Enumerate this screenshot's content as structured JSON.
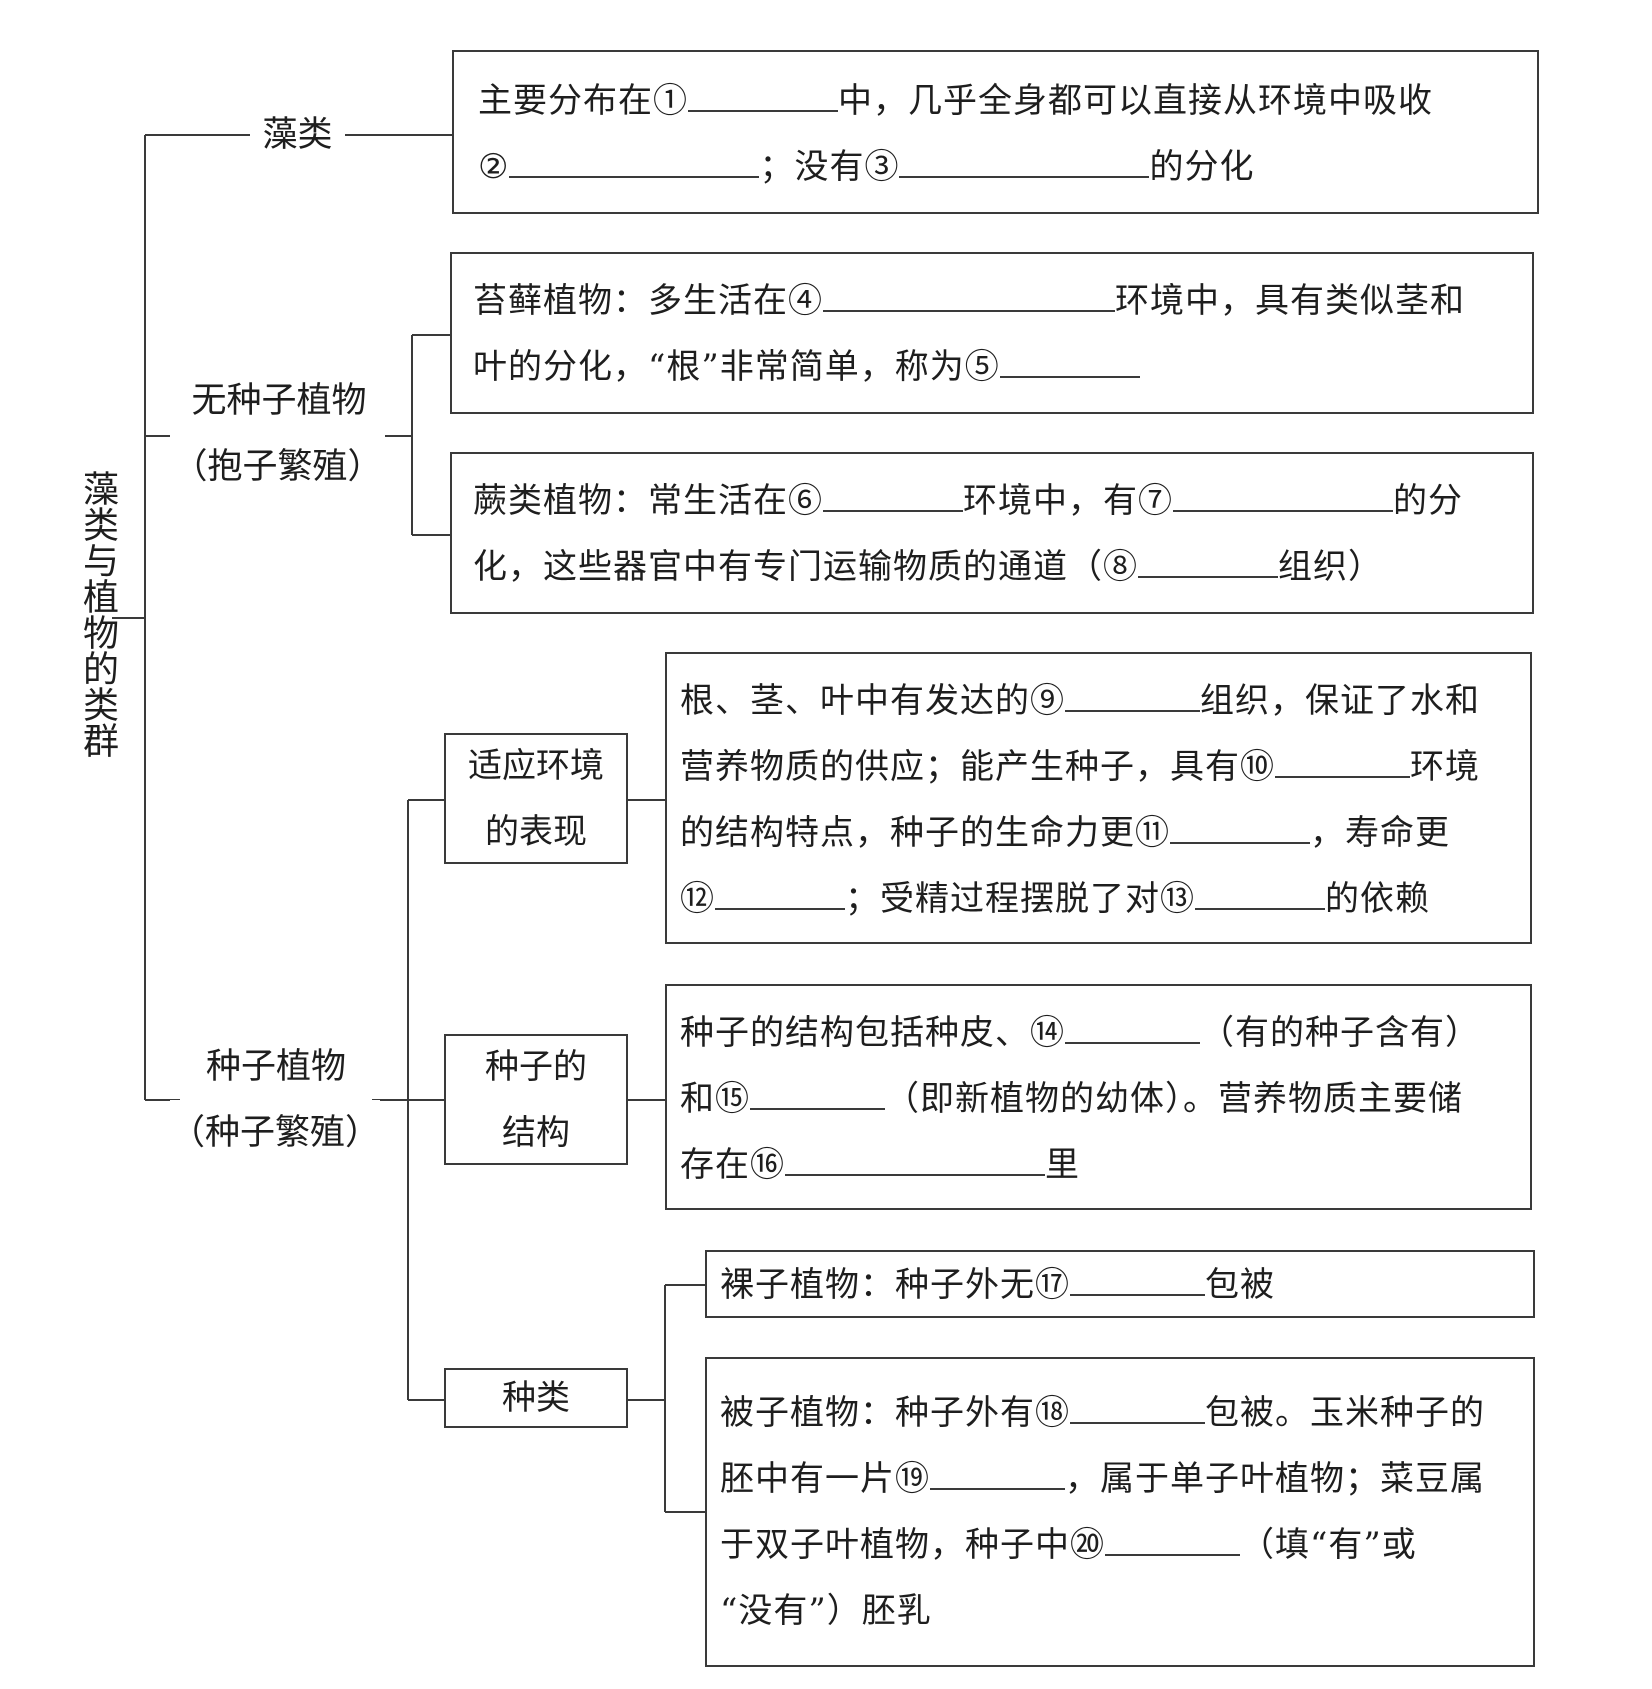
{
  "root": "藻类与植物的类群",
  "algae": {
    "label": "藻类",
    "line1": {
      "a": "主要分布在①",
      "b": "中，几乎全身都可以直接从环境中吸收"
    },
    "line2": {
      "a": "②",
      "b": "；没有③",
      "c": "的分化"
    }
  },
  "seedless": {
    "label": "无种子植物",
    "sublabel": "（抱子繁殖）",
    "moss": {
      "line1": {
        "a": "苔藓植物：多生活在④",
        "b": "环境中，具有类似茎和"
      },
      "line2": {
        "a": "叶的分化，“根”非常简单，称为⑤"
      }
    },
    "fern": {
      "line1": {
        "a": "蕨类植物：常生活在⑥",
        "b": "环境中，有⑦",
        "c": "的分"
      },
      "line2": {
        "a": "化，这些器官中有专门运输物质的通道（⑧",
        "b": "组织）"
      }
    }
  },
  "seed": {
    "label": "种子植物",
    "sublabel": "（种子繁殖）",
    "adapt": {
      "label_1": "适应环境",
      "label_2": "的表现",
      "line1": {
        "a": "根、茎、叶中有发达的⑨",
        "b": "组织，保证了水和"
      },
      "line2": {
        "a": "营养物质的供应；能产生种子，具有⑩",
        "b": "环境"
      },
      "line3": {
        "a": "的结构特点，种子的生命力更⑪",
        "b": "，寿命更"
      },
      "line4": {
        "a": "⑫",
        "b": "；受精过程摆脱了对⑬",
        "c": "的依赖"
      }
    },
    "structure": {
      "label_1": "种子的",
      "label_2": "结构",
      "line1": {
        "a": "种子的结构包括种皮、⑭",
        "b": "（有的种子含有）"
      },
      "line2": {
        "a": "和⑮",
        "b": "（即新植物的幼体）。营养物质主要储"
      },
      "line3": {
        "a": "存在⑯",
        "b": "里"
      }
    },
    "kinds": {
      "label": "种类",
      "gymno": {
        "a": "裸子植物：种子外无⑰",
        "b": "包被"
      },
      "angio": {
        "line1": {
          "a": "被子植物：种子外有⑱",
          "b": "包被。玉米种子的"
        },
        "line2": {
          "a": "胚中有一片⑲",
          "b": "，属于单子叶植物；菜豆属"
        },
        "line3": {
          "a": "于双子叶植物，种子中⑳",
          "b": "（填“有”或"
        },
        "line4": {
          "a": "“没有”）胚乳"
        }
      }
    }
  }
}
